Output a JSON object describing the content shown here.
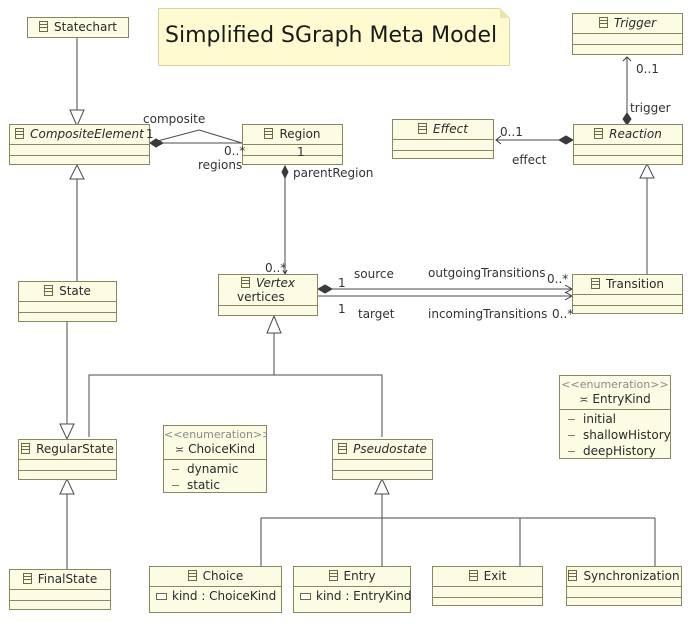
{
  "title": "Simplified SGraph Meta Model",
  "classes": {
    "statechart": "Statechart",
    "composite_element": "CompositeElement",
    "region": "Region",
    "effect": "Effect",
    "trigger": "Trigger",
    "reaction": "Reaction",
    "state": "State",
    "vertex": "Vertex",
    "vertex_attr": "vertices",
    "transition": "Transition",
    "regular_state": "RegularState",
    "pseudostate": "Pseudostate",
    "final_state": "FinalState",
    "choice": "Choice",
    "choice_attr": "kind : ChoiceKind",
    "entry": "Entry",
    "entry_attr": "kind : EntryKind",
    "exit": "Exit",
    "synchronization": "Synchronization"
  },
  "enums": {
    "stereotype": "<<enumeration>>",
    "choice_kind": {
      "name": "ChoiceKind",
      "literals": [
        "dynamic",
        "static"
      ]
    },
    "entry_kind": {
      "name": "EntryKind",
      "literals": [
        "initial",
        "shallowHistory",
        "deepHistory"
      ]
    }
  },
  "labels": {
    "composite": "composite",
    "composite_mult": "1",
    "regions": "regions",
    "regions_mult": "0..*",
    "region_mult": "1",
    "parent_region": "parentRegion",
    "vertices_mult": "0..*",
    "effect_mult": "0..1",
    "effect": "effect",
    "trigger_mult": "0..1",
    "trigger": "trigger",
    "source": "source",
    "source_mult": "1",
    "target": "target",
    "target_mult": "1",
    "outgoing": "outgoingTransitions",
    "outgoing_mult": "0..*",
    "incoming": "incomingTransitions",
    "incoming_mult": "0..*"
  }
}
